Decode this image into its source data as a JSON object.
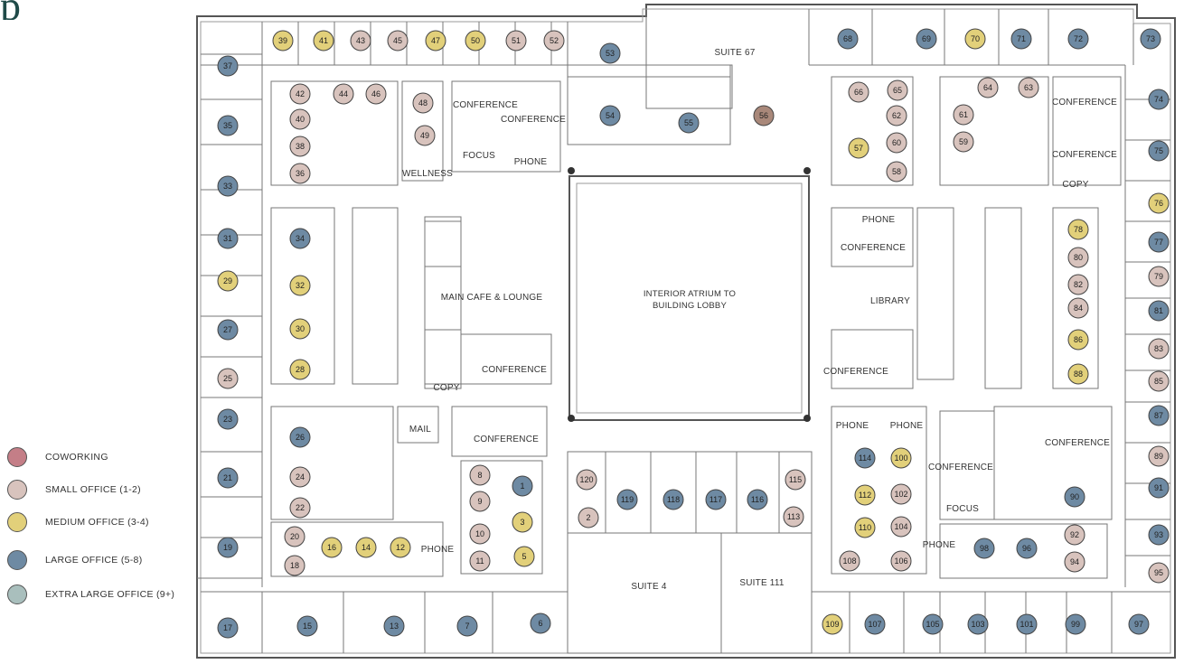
{
  "brand_glyph": "p",
  "legend": [
    {
      "label": "COWORKING",
      "color": "#c47e87"
    },
    {
      "label": "SMALL OFFICE (1-2)",
      "color": "#d8c3bd"
    },
    {
      "label": "MEDIUM OFFICE (3-4)",
      "color": "#e2d07a"
    },
    {
      "label": "LARGE OFFICE (5-8)",
      "color": "#6e8aa3"
    },
    {
      "label": "EXTRA LARGE OFFICE (9+)",
      "color": "#a9bfbd"
    }
  ],
  "labels": {
    "suite67": "SUITE 67",
    "conference_a": "CONFERENCE",
    "conference_b": "CONFERENCE",
    "focus_a": "FOCUS",
    "phone_a": "PHONE",
    "wellness": "WELLNESS",
    "main_cafe": "MAIN CAFE & LOUNGE",
    "atrium_1": "INTERIOR ATRIUM TO",
    "atrium_2": "BUILDING LOBBY",
    "conference_c": "CONFERENCE",
    "copy_a": "COPY",
    "mail": "MAIL",
    "conference_d": "CONFERENCE",
    "phone_b": "PHONE",
    "suite4": "SUITE 4",
    "suite111": "SUITE 111",
    "conference_e": "CONFERENCE",
    "conference_f": "CONFERENCE",
    "copy_b": "COPY",
    "phone_c": "PHONE",
    "conference_g": "CONFERENCE",
    "library": "LIBRARY",
    "conference_h": "CONFERENCE",
    "phone_d": "PHONE",
    "phone_e": "PHONE",
    "conference_i": "CONFERENCE",
    "conference_j": "CONFERENCE",
    "focus_b": "FOCUS",
    "phone_f": "PHONE"
  },
  "offices": [
    {
      "id": "1",
      "t": "L"
    },
    {
      "id": "2",
      "t": "S"
    },
    {
      "id": "3",
      "t": "M"
    },
    {
      "id": "5",
      "t": "M"
    },
    {
      "id": "6",
      "t": "L"
    },
    {
      "id": "7",
      "t": "L"
    },
    {
      "id": "8",
      "t": "S"
    },
    {
      "id": "9",
      "t": "S"
    },
    {
      "id": "10",
      "t": "S"
    },
    {
      "id": "11",
      "t": "S"
    },
    {
      "id": "12",
      "t": "M"
    },
    {
      "id": "13",
      "t": "L"
    },
    {
      "id": "14",
      "t": "M"
    },
    {
      "id": "15",
      "t": "L"
    },
    {
      "id": "16",
      "t": "M"
    },
    {
      "id": "17",
      "t": "L"
    },
    {
      "id": "18",
      "t": "S"
    },
    {
      "id": "19",
      "t": "L"
    },
    {
      "id": "20",
      "t": "S"
    },
    {
      "id": "21",
      "t": "L"
    },
    {
      "id": "22",
      "t": "S"
    },
    {
      "id": "23",
      "t": "L"
    },
    {
      "id": "24",
      "t": "S"
    },
    {
      "id": "25",
      "t": "S"
    },
    {
      "id": "26",
      "t": "L"
    },
    {
      "id": "27",
      "t": "L"
    },
    {
      "id": "28",
      "t": "M"
    },
    {
      "id": "29",
      "t": "M"
    },
    {
      "id": "30",
      "t": "M"
    },
    {
      "id": "31",
      "t": "L"
    },
    {
      "id": "32",
      "t": "M"
    },
    {
      "id": "33",
      "t": "L"
    },
    {
      "id": "34",
      "t": "L"
    },
    {
      "id": "35",
      "t": "L"
    },
    {
      "id": "36",
      "t": "S"
    },
    {
      "id": "37",
      "t": "L"
    },
    {
      "id": "38",
      "t": "S"
    },
    {
      "id": "39",
      "t": "M"
    },
    {
      "id": "40",
      "t": "S"
    },
    {
      "id": "41",
      "t": "M"
    },
    {
      "id": "42",
      "t": "S"
    },
    {
      "id": "43",
      "t": "S"
    },
    {
      "id": "44",
      "t": "S"
    },
    {
      "id": "45",
      "t": "S"
    },
    {
      "id": "46",
      "t": "S"
    },
    {
      "id": "47",
      "t": "M"
    },
    {
      "id": "48",
      "t": "S"
    },
    {
      "id": "49",
      "t": "S"
    },
    {
      "id": "50",
      "t": "M"
    },
    {
      "id": "51",
      "t": "S"
    },
    {
      "id": "52",
      "t": "S"
    },
    {
      "id": "53",
      "t": "L"
    },
    {
      "id": "54",
      "t": "L"
    },
    {
      "id": "55",
      "t": "L"
    },
    {
      "id": "56",
      "t": "B"
    },
    {
      "id": "57",
      "t": "M"
    },
    {
      "id": "58",
      "t": "S"
    },
    {
      "id": "59",
      "t": "S"
    },
    {
      "id": "60",
      "t": "S"
    },
    {
      "id": "61",
      "t": "S"
    },
    {
      "id": "62",
      "t": "S"
    },
    {
      "id": "63",
      "t": "S"
    },
    {
      "id": "64",
      "t": "S"
    },
    {
      "id": "65",
      "t": "S"
    },
    {
      "id": "66",
      "t": "S"
    },
    {
      "id": "68",
      "t": "L"
    },
    {
      "id": "69",
      "t": "L"
    },
    {
      "id": "70",
      "t": "M"
    },
    {
      "id": "71",
      "t": "L"
    },
    {
      "id": "72",
      "t": "L"
    },
    {
      "id": "73",
      "t": "L"
    },
    {
      "id": "74",
      "t": "L"
    },
    {
      "id": "75",
      "t": "L"
    },
    {
      "id": "76",
      "t": "M"
    },
    {
      "id": "77",
      "t": "L"
    },
    {
      "id": "78",
      "t": "M"
    },
    {
      "id": "79",
      "t": "S"
    },
    {
      "id": "80",
      "t": "S"
    },
    {
      "id": "81",
      "t": "L"
    },
    {
      "id": "82",
      "t": "S"
    },
    {
      "id": "83",
      "t": "S"
    },
    {
      "id": "84",
      "t": "S"
    },
    {
      "id": "85",
      "t": "S"
    },
    {
      "id": "86",
      "t": "M"
    },
    {
      "id": "87",
      "t": "L"
    },
    {
      "id": "88",
      "t": "M"
    },
    {
      "id": "89",
      "t": "S"
    },
    {
      "id": "90",
      "t": "L"
    },
    {
      "id": "91",
      "t": "L"
    },
    {
      "id": "92",
      "t": "S"
    },
    {
      "id": "93",
      "t": "L"
    },
    {
      "id": "94",
      "t": "S"
    },
    {
      "id": "95",
      "t": "S"
    },
    {
      "id": "96",
      "t": "L"
    },
    {
      "id": "97",
      "t": "L"
    },
    {
      "id": "98",
      "t": "L"
    },
    {
      "id": "99",
      "t": "L"
    },
    {
      "id": "100",
      "t": "M"
    },
    {
      "id": "101",
      "t": "L"
    },
    {
      "id": "102",
      "t": "S"
    },
    {
      "id": "103",
      "t": "L"
    },
    {
      "id": "104",
      "t": "S"
    },
    {
      "id": "105",
      "t": "L"
    },
    {
      "id": "106",
      "t": "S"
    },
    {
      "id": "107",
      "t": "L"
    },
    {
      "id": "108",
      "t": "S"
    },
    {
      "id": "109",
      "t": "M"
    },
    {
      "id": "110",
      "t": "M"
    },
    {
      "id": "112",
      "t": "M"
    },
    {
      "id": "113",
      "t": "S"
    },
    {
      "id": "114",
      "t": "L"
    },
    {
      "id": "115",
      "t": "S"
    },
    {
      "id": "116",
      "t": "L"
    },
    {
      "id": "117",
      "t": "L"
    },
    {
      "id": "118",
      "t": "L"
    },
    {
      "id": "119",
      "t": "L"
    },
    {
      "id": "120",
      "t": "S"
    }
  ],
  "type_colors": {
    "S": "#d8c3bd",
    "M": "#e2d07a",
    "L": "#6e8aa3",
    "B": "#a9887a"
  }
}
